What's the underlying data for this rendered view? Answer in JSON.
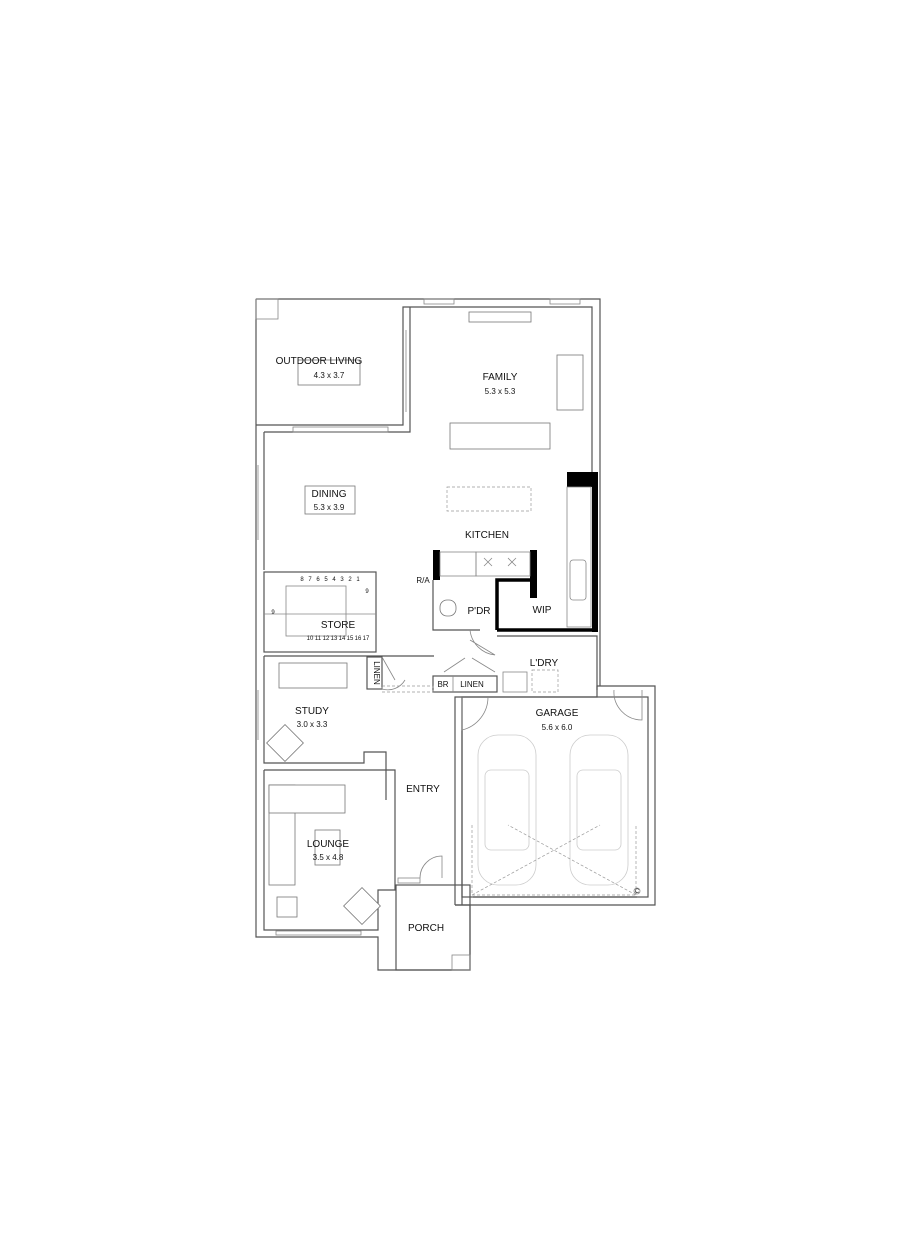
{
  "rooms": {
    "outdoor_living": {
      "label": "OUTDOOR LIVING",
      "size": "4.3 x 3.7"
    },
    "family": {
      "label": "FAMILY",
      "size": "5.3 x 5.3"
    },
    "dining": {
      "label": "DINING",
      "size": "5.3 x 3.9"
    },
    "kitchen": {
      "label": "KITCHEN"
    },
    "ra": {
      "label": "R/A"
    },
    "pdr": {
      "label": "P'DR"
    },
    "wip": {
      "label": "WIP"
    },
    "store": {
      "label": "STORE"
    },
    "linen_vertical": {
      "label": "LINEN"
    },
    "br": {
      "label": "BR"
    },
    "linen": {
      "label": "LINEN"
    },
    "ldry": {
      "label": "L'DRY"
    },
    "study": {
      "label": "STUDY",
      "size": "3.0 x 3.3"
    },
    "garage": {
      "label": "GARAGE",
      "size": "5.6 x 6.0"
    },
    "entry": {
      "label": "ENTRY"
    },
    "lounge": {
      "label": "LOUNGE",
      "size": "3.5 x 4.8"
    },
    "porch": {
      "label": "PORCH"
    }
  },
  "stairs": {
    "upper_steps": [
      "8",
      "7",
      "6",
      "5",
      "4",
      "3",
      "2",
      "1"
    ],
    "lower_steps": [
      "10",
      "11",
      "12",
      "13",
      "14",
      "15",
      "16",
      "17"
    ],
    "landing_left": "9",
    "landing_right": "9"
  },
  "garage_marker": "C"
}
